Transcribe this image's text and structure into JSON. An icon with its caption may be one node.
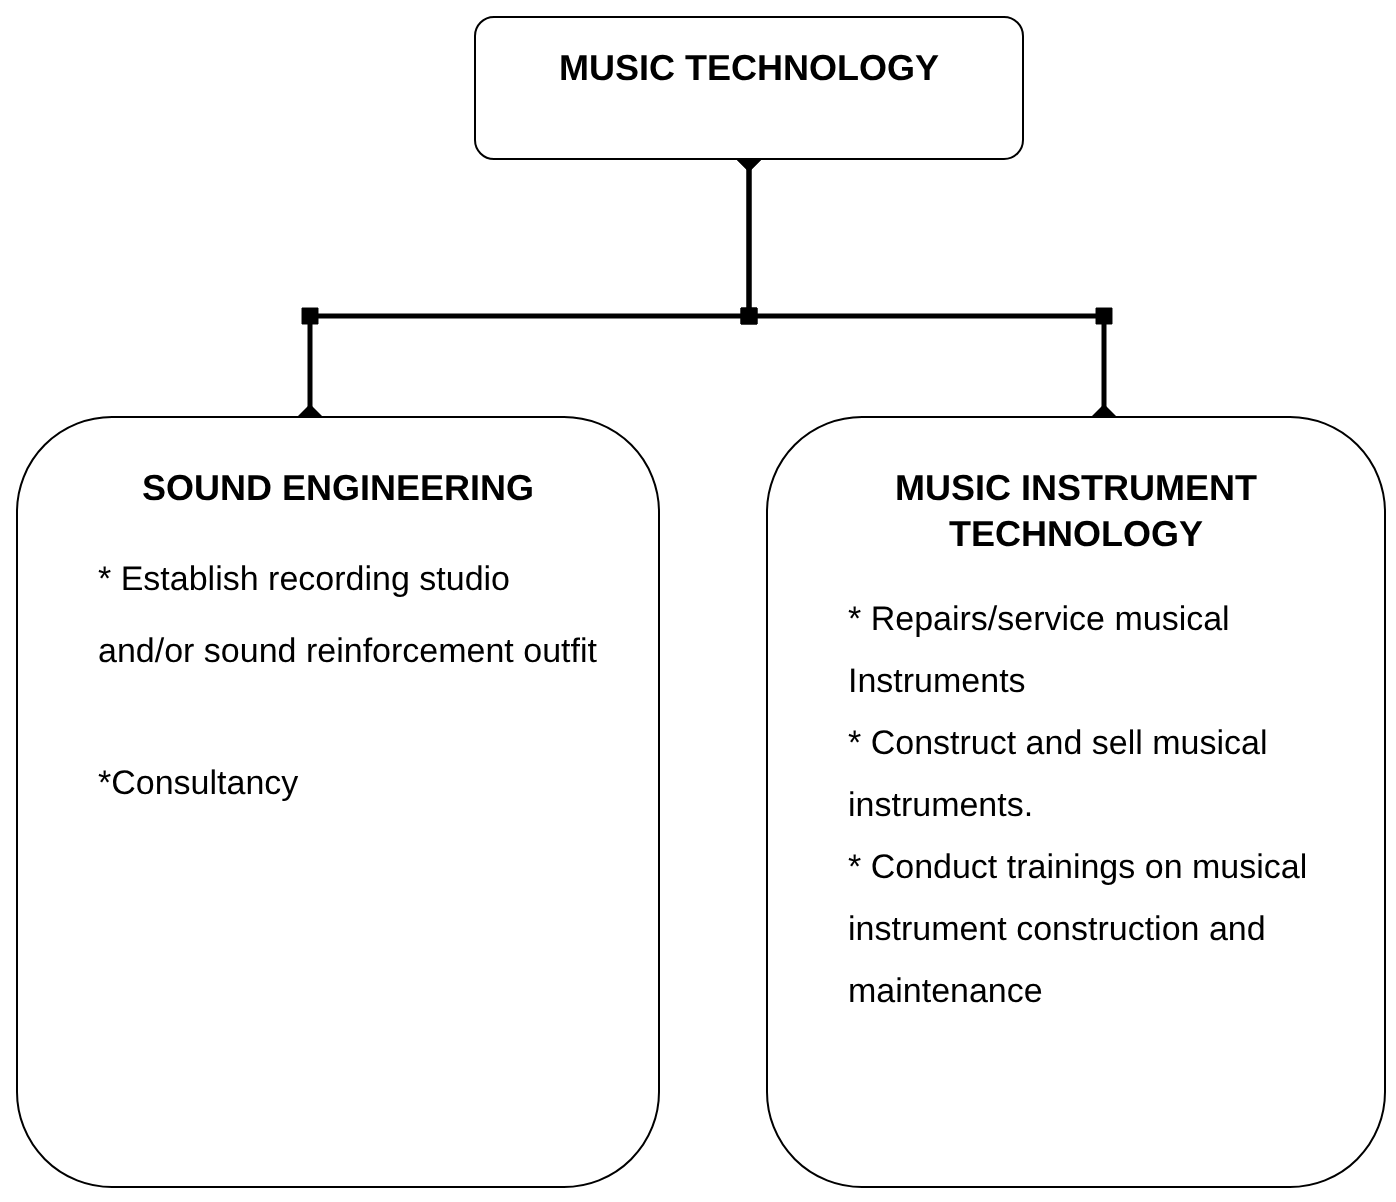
{
  "diagram": {
    "nodes": [
      {
        "text": [
          "MUSIC TECHNOLOGY"
        ]
      },
      {
        "text": [
          "SOUND ENGINEERING",
          "* Establish recording studio and/or sound reinforcement outfit",
          "*Consultancy"
        ]
      },
      {
        "text": [
          "MUSIC INSTRUMENT TECHNOLOGY",
          "* Repairs/service musical Instruments",
          "* Construct and sell musical instruments.",
          "* Conduct trainings on musical instrument construction and maintenance"
        ]
      }
    ],
    "edges": [
      {
        "from": 0,
        "to": 1,
        "arrow": "other"
      },
      {
        "from": 0,
        "to": 2,
        "arrow": "other"
      }
    ]
  }
}
